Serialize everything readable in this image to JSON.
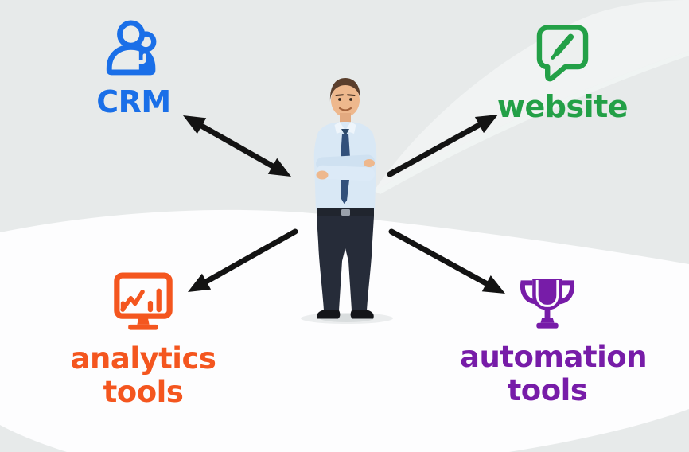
{
  "background": {
    "base": "#e7eaea",
    "sweep": "#f2f5f4",
    "wave": "#fdfdfe"
  },
  "colors": {
    "arrow": "#131313"
  },
  "figure": {
    "name": "businessman-arms-crossed"
  },
  "nodes": {
    "crm": {
      "label": "CRM",
      "color": "#1a6fe8",
      "icon": "support-contact-icon"
    },
    "website": {
      "label": "website",
      "color": "#23a047",
      "icon": "chat-bubble-pencil-icon"
    },
    "analytics": {
      "label": "analytics tools",
      "color": "#f4561f",
      "icon": "monitor-bar-chart-icon"
    },
    "automation": {
      "label": "automation tools",
      "color": "#771ca8",
      "icon": "trophy-icon"
    }
  },
  "arrows": [
    {
      "between": "person-crm",
      "heads": "both"
    },
    {
      "between": "person-website",
      "heads": "website-end"
    },
    {
      "between": "person-analytics",
      "heads": "analytics-end"
    },
    {
      "between": "person-automation",
      "heads": "automation-end"
    }
  ]
}
